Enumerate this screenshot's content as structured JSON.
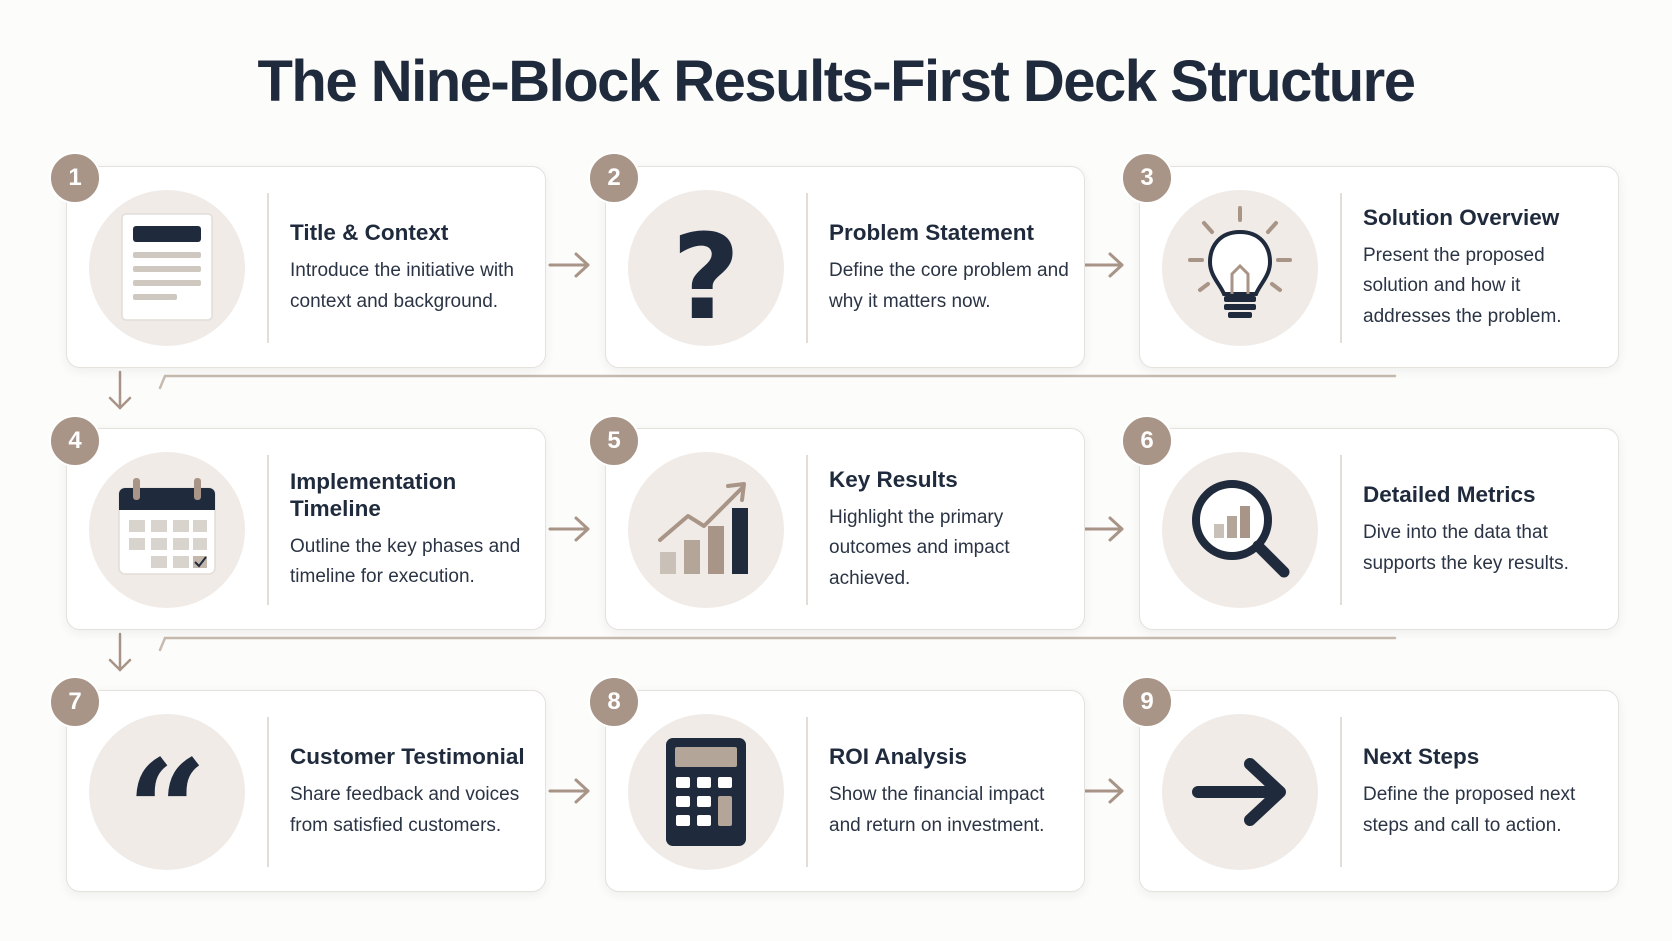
{
  "title": "The Nine-Block Results-First Deck Structure",
  "colors": {
    "accent": "#a89587",
    "dark": "#1f2a3c",
    "circle": "#f0ebe7",
    "line": "#b9ab9e"
  },
  "blocks": [
    {
      "number": "1",
      "title": "Title & Context",
      "description": "Introduce the initiative with context and background.",
      "icon": "document-icon"
    },
    {
      "number": "2",
      "title": "Problem Statement",
      "description": "Define the core problem and why it matters now.",
      "icon": "question-mark-icon"
    },
    {
      "number": "3",
      "title": "Solution Overview",
      "description": "Present the proposed solution and how it addresses the problem.",
      "icon": "lightbulb-icon"
    },
    {
      "number": "4",
      "title": "Implementation Timeline",
      "description": "Outline the key phases and timeline for execution.",
      "icon": "calendar-icon"
    },
    {
      "number": "5",
      "title": "Key Results",
      "description": "Highlight the primary outcomes and impact achieved.",
      "icon": "growth-chart-icon"
    },
    {
      "number": "6",
      "title": "Detailed Metrics",
      "description": "Dive into the data that supports the key results.",
      "icon": "magnifier-chart-icon"
    },
    {
      "number": "7",
      "title": "Customer Testimonial",
      "description": "Share feedback and voices from satisfied customers.",
      "icon": "quote-icon"
    },
    {
      "number": "8",
      "title": "ROI Analysis",
      "description": "Show the financial impact and return on investment.",
      "icon": "calculator-icon"
    },
    {
      "number": "9",
      "title": "Next Steps",
      "description": "Define the proposed next steps and call to action.",
      "icon": "arrow-right-icon"
    }
  ]
}
